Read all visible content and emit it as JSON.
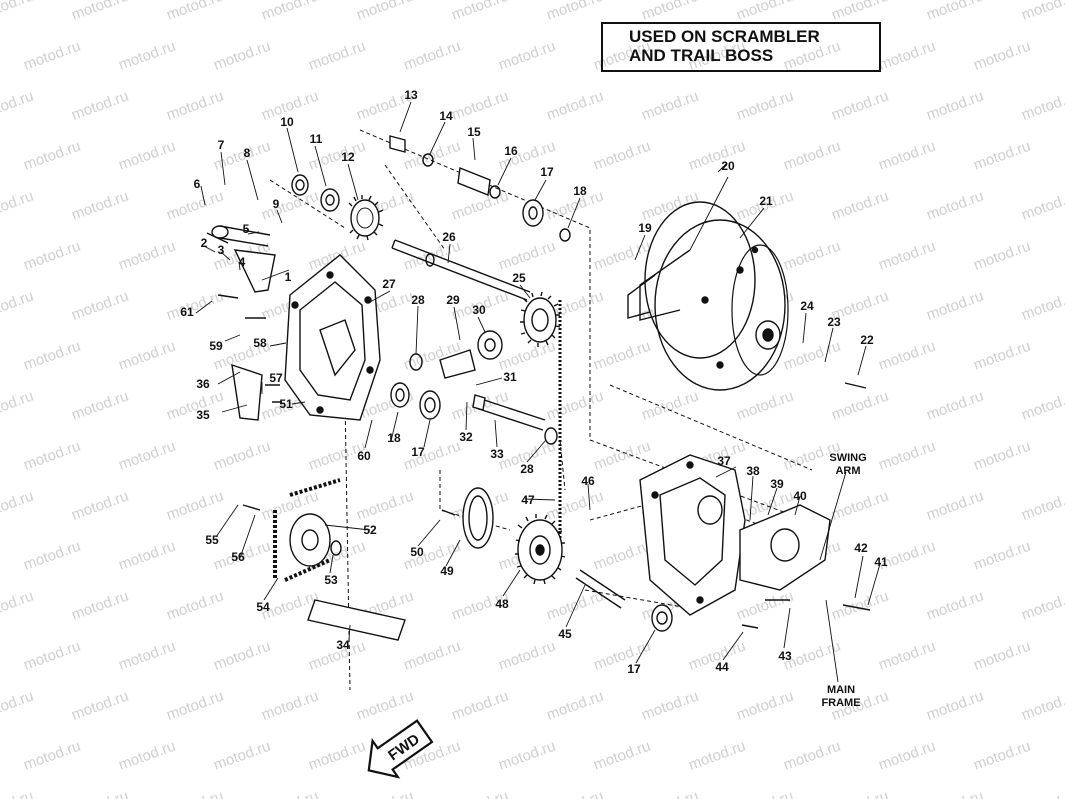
{
  "title": {
    "line1": "USED ON SCRAMBLER",
    "line2": "AND TRAIL BOSS"
  },
  "watermark": "motod.ru",
  "direction_label": "FWD",
  "side_labels": {
    "swing_arm_line1": "SWING",
    "swing_arm_line2": "ARM",
    "main_frame_line1": "MAIN",
    "main_frame_line2": "FRAME"
  },
  "callouts": [
    "1",
    "2",
    "3",
    "4",
    "5",
    "6",
    "7",
    "8",
    "9",
    "10",
    "11",
    "12",
    "13",
    "14",
    "15",
    "16",
    "17",
    "17",
    "17",
    "18",
    "18",
    "19",
    "20",
    "21",
    "22",
    "23",
    "24",
    "25",
    "26",
    "27",
    "28",
    "28",
    "29",
    "30",
    "31",
    "32",
    "33",
    "34",
    "35",
    "36",
    "37",
    "38",
    "39",
    "40",
    "41",
    "42",
    "43",
    "44",
    "45",
    "46",
    "47",
    "48",
    "49",
    "50",
    "51",
    "52",
    "53",
    "54",
    "55",
    "56",
    "57",
    "58",
    "59",
    "60",
    "61"
  ]
}
